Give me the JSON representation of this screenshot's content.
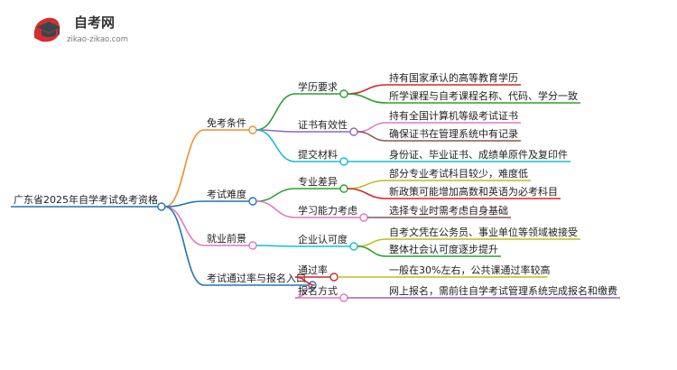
{
  "logo": {
    "title": "自考网",
    "url": "zikao-zikao.com",
    "colors": {
      "badge": "#d32f2f",
      "cap": "#37474f"
    }
  },
  "root": {
    "label": "广东省2025年自学考试免考资格",
    "color": "#1f77b4"
  },
  "branches": [
    {
      "label": "免考条件",
      "color": "#f28e2b",
      "children": [
        {
          "label": "学历要求",
          "color": "#2ca02c",
          "leaves": [
            {
              "label": "持有国家承认的高等教育学历",
              "color": "#d62728"
            },
            {
              "label": "所学课程与自考课程名称、代码、学分一致",
              "color": "#2ca02c"
            }
          ]
        },
        {
          "label": "证书有效性",
          "color": "#9467bd",
          "leaves": [
            {
              "label": "持有全国计算机等级考试证书",
              "color": "#e377c2"
            },
            {
              "label": "确保证书在管理系统中有记录",
              "color": "#8c564b"
            }
          ]
        },
        {
          "label": "提交材料",
          "color": "#17becf",
          "leaves": [
            {
              "label": "身份证、毕业证书、成绩单原件及复印件",
              "color": "#17becf"
            }
          ]
        }
      ]
    },
    {
      "label": "考试难度",
      "color": "#1f77b4",
      "children": [
        {
          "label": "专业差异",
          "color": "#2ca02c",
          "leaves": [
            {
              "label": "部分专业考试科目较少，难度低",
              "color": "#bcbd22"
            },
            {
              "label": "新政策可能增加高数和英语为必考科目",
              "color": "#d62728"
            }
          ]
        },
        {
          "label": "学习能力考虑",
          "color": "#e377c2",
          "leaves": [
            {
              "label": "选择专业时需考虑自身基础",
              "color": "#8c564b"
            }
          ]
        }
      ]
    },
    {
      "label": "就业前景",
      "color": "#e377c2",
      "children": [
        {
          "label": "企业认可度",
          "color": "#17becf",
          "leaves": [
            {
              "label": "自考文凭在公务员、事业单位等领域被接受",
              "color": "#bcbd22"
            },
            {
              "label": "整体社会认可度逐步提升",
              "color": "#2ca02c"
            }
          ]
        }
      ]
    },
    {
      "label": "考试通过率与报名入口",
      "color": "#1f77b4",
      "children": [
        {
          "label": "通过率",
          "color": "#d62728",
          "leaves": [
            {
              "label": "一般在30%左右，公共课通过率较高",
              "color": "#bcbd22"
            }
          ]
        },
        {
          "label": "报名方式",
          "color": "#e377c2",
          "leaves": [
            {
              "label": "网上报名，需前往自学考试管理系统完成报名和缴费",
              "color": "#9467bd"
            }
          ]
        }
      ]
    }
  ]
}
